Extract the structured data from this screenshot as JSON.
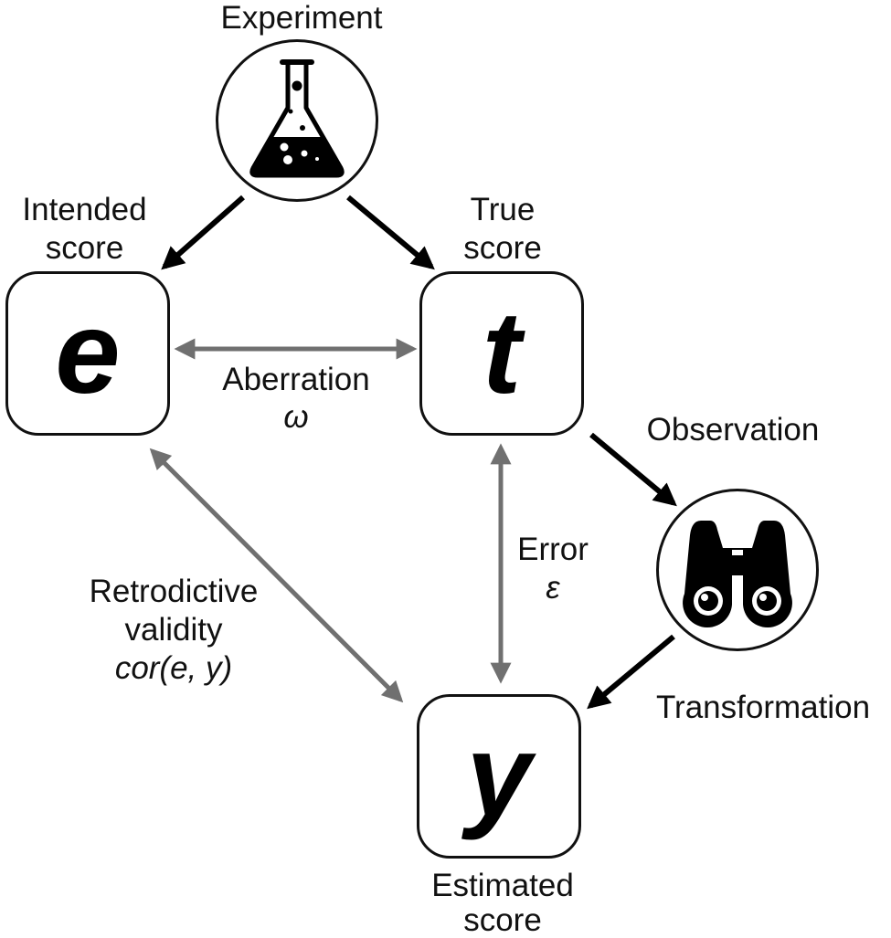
{
  "experiment": {
    "label": "Experiment",
    "icon": "flask-icon"
  },
  "observation_icon": {
    "icon": "binoculars-icon"
  },
  "nodes": {
    "intended": {
      "symbol": "e",
      "caption_line1": "Intended",
      "caption_line2": "score"
    },
    "true": {
      "symbol": "t",
      "caption_line1": "True",
      "caption_line2": "score"
    },
    "estimated": {
      "symbol": "y",
      "caption_line1": "Estimated",
      "caption_line2": "score"
    }
  },
  "edges": {
    "aberration": {
      "label": "Aberration",
      "symbol": "ω"
    },
    "error": {
      "label": "Error",
      "symbol": "ε"
    },
    "retrodictive": {
      "line1": "Retrodictive",
      "line2": "validity",
      "line3": "cor(e, y)"
    },
    "observation": {
      "label": "Observation"
    },
    "transformation": {
      "label": "Transformation"
    }
  },
  "colors": {
    "causal_arrow": "#000000",
    "relation_arrow": "#707070",
    "text": "#111111"
  }
}
